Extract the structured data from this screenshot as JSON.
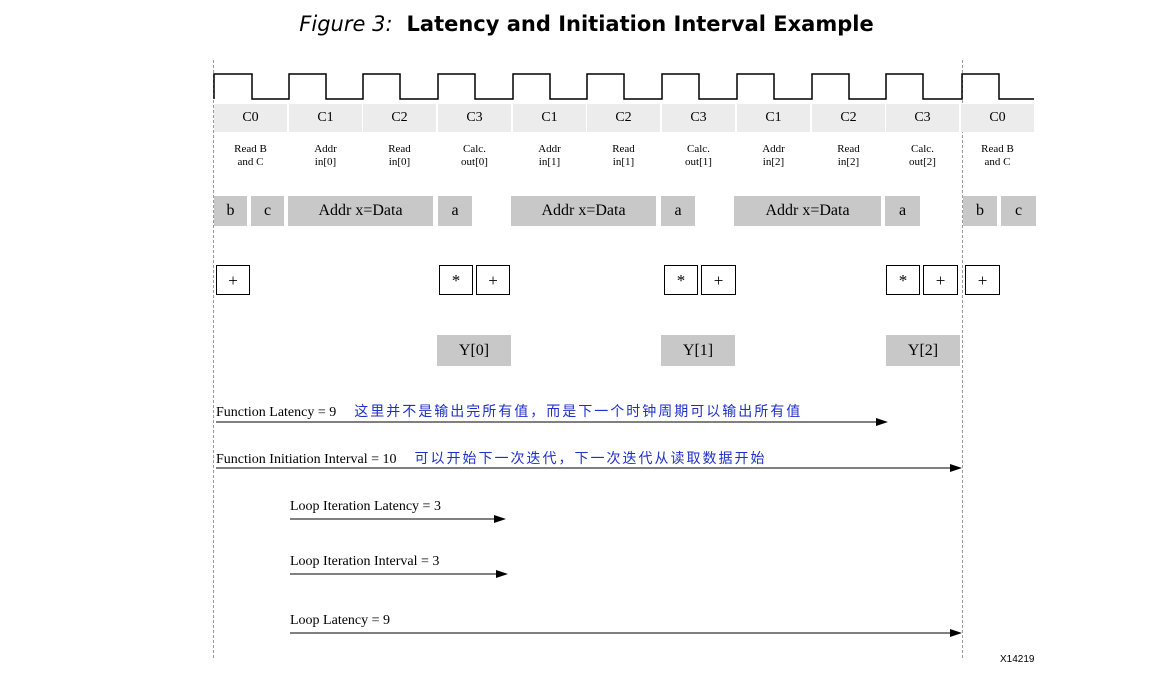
{
  "title": {
    "figure_label": "Figure 3:",
    "name": "Latency and Initiation Interval Example"
  },
  "cycles": [
    "C0",
    "C1",
    "C2",
    "C3",
    "C1",
    "C2",
    "C3",
    "C1",
    "C2",
    "C3",
    "C0"
  ],
  "ops": [
    [
      "Read B",
      "and C"
    ],
    [
      "Addr",
      "in[0]"
    ],
    [
      "Read",
      "in[0]"
    ],
    [
      "Calc.",
      "out[0]"
    ],
    [
      "Addr",
      "in[1]"
    ],
    [
      "Read",
      "in[1]"
    ],
    [
      "Calc.",
      "out[1]"
    ],
    [
      "Addr",
      "in[2]"
    ],
    [
      "Read",
      "in[2]"
    ],
    [
      "Calc.",
      "out[2]"
    ],
    [
      "Read B",
      "and C"
    ]
  ],
  "data_boxes": [
    "b",
    "c",
    "Addr x=Data",
    "a",
    "Addr x=Data",
    "a",
    "Addr x=Data",
    "a",
    "b",
    "c"
  ],
  "units": {
    "add": "+",
    "mul": "*"
  },
  "outputs": [
    "Y[0]",
    "Y[1]",
    "Y[2]"
  ],
  "timings": {
    "function_latency": "Function Latency = 9",
    "function_latency_note": "这里并不是输出完所有值，而是下一个时钟周期可以输出所有值",
    "function_ii": "Function Initiation Interval = 10",
    "function_ii_note": "可以开始下一次迭代，下一次迭代从读取数据开始",
    "loop_iteration_latency": "Loop Iteration Latency = 3",
    "loop_iteration_interval": "Loop Iteration Interval = 3",
    "loop_latency": "Loop Latency = 9"
  },
  "figure_id": "X14219",
  "colors": {
    "note_text": "#1f2fc9",
    "box_fill": "#c8c8c8",
    "cycle_fill": "#ececec"
  }
}
